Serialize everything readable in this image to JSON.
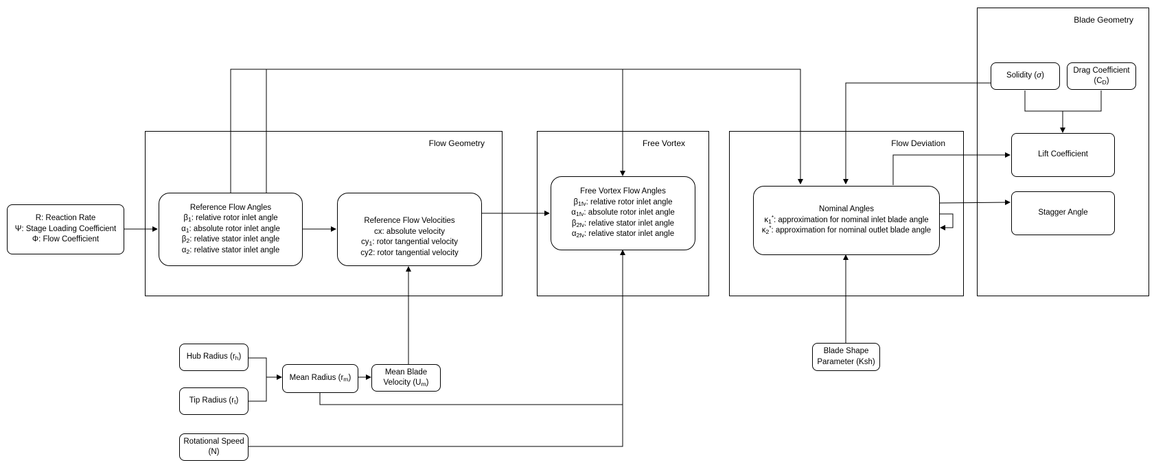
{
  "groups": {
    "flow_geometry": "Flow Geometry",
    "free_vortex": "Free Vortex",
    "flow_deviation": "Flow Deviation",
    "blade_geometry": "Blade Geometry"
  },
  "inputs": {
    "lines": [
      "R: Reaction Rate",
      "Ψ: Stage Loading Coefficient",
      "Φ: Flow Coefficient"
    ]
  },
  "reference_flow_angles": {
    "title": "Reference Flow Angles",
    "rows": [
      {
        "sym": "β",
        "sub": "1",
        "text": ": relative rotor inlet angle"
      },
      {
        "sym": "α",
        "sub": "1",
        "text": ": absolute rotor inlet angle"
      },
      {
        "sym": "β",
        "sub": "2",
        "text": ": relative stator inlet angle"
      },
      {
        "sym": "α",
        "sub": "2",
        "text": ": relative stator inlet angle"
      }
    ]
  },
  "reference_flow_velocities": {
    "title": "Reference Flow Velocities",
    "rows": [
      {
        "sym": "cx",
        "sub": "",
        "text": ": absolute velocity"
      },
      {
        "sym": "cy",
        "sub": "1",
        "text": ": rotor tangential velocity"
      },
      {
        "sym": "cy2",
        "sub": "",
        "text": ": rotor tangential velocity"
      }
    ]
  },
  "free_vortex_flow_angles": {
    "title": "Free Vortex Flow Angles",
    "rows": [
      {
        "sym": "β",
        "sub": "1fv",
        "text": ": relative rotor inlet angle"
      },
      {
        "sym": "α",
        "sub": "1fv",
        "text": ": absolute rotor inlet angle"
      },
      {
        "sym": "β",
        "sub": "2fv",
        "text": ": relative stator inlet angle"
      },
      {
        "sym": "α",
        "sub": "2fv",
        "text": ": relative stator inlet angle"
      }
    ]
  },
  "nominal_angles": {
    "title": "Nominal Angles",
    "rows": [
      {
        "sym": "κ",
        "sub": "1",
        "sup": "*",
        "text": ": approximation for nominal inlet blade angle"
      },
      {
        "sym": "κ",
        "sub": "2",
        "sup": "*",
        "text": ": approximation for nominal outlet blade angle"
      }
    ]
  },
  "hub_radius": {
    "label": "Hub Radius (r",
    "sub": "h",
    "close": ")"
  },
  "tip_radius": {
    "label": "Tip Radius (r",
    "sub": "t",
    "close": ")"
  },
  "mean_radius": {
    "label": "Mean Radius (r",
    "sub": "m",
    "close": ")"
  },
  "mean_blade_velocity": {
    "line1": "Mean Blade",
    "line2": "Velocity (U",
    "sub": "m",
    "close": ")"
  },
  "rotational_speed": {
    "line1": "Rotational Speed",
    "line2": "(N)"
  },
  "blade_shape_parameter": {
    "line1": "Blade Shape",
    "line2": "Parameter (Ksh)"
  },
  "solidity": {
    "label": "Solidity (",
    "sym": "σ",
    "close": ")"
  },
  "drag_coefficient": {
    "line1": "Drag Coefficient",
    "line2": "(C",
    "sub": "D",
    "close": ")"
  },
  "lift_coefficient": {
    "label": "Lift Coefficient"
  },
  "stagger_angle": {
    "label": "Stagger Angle"
  }
}
